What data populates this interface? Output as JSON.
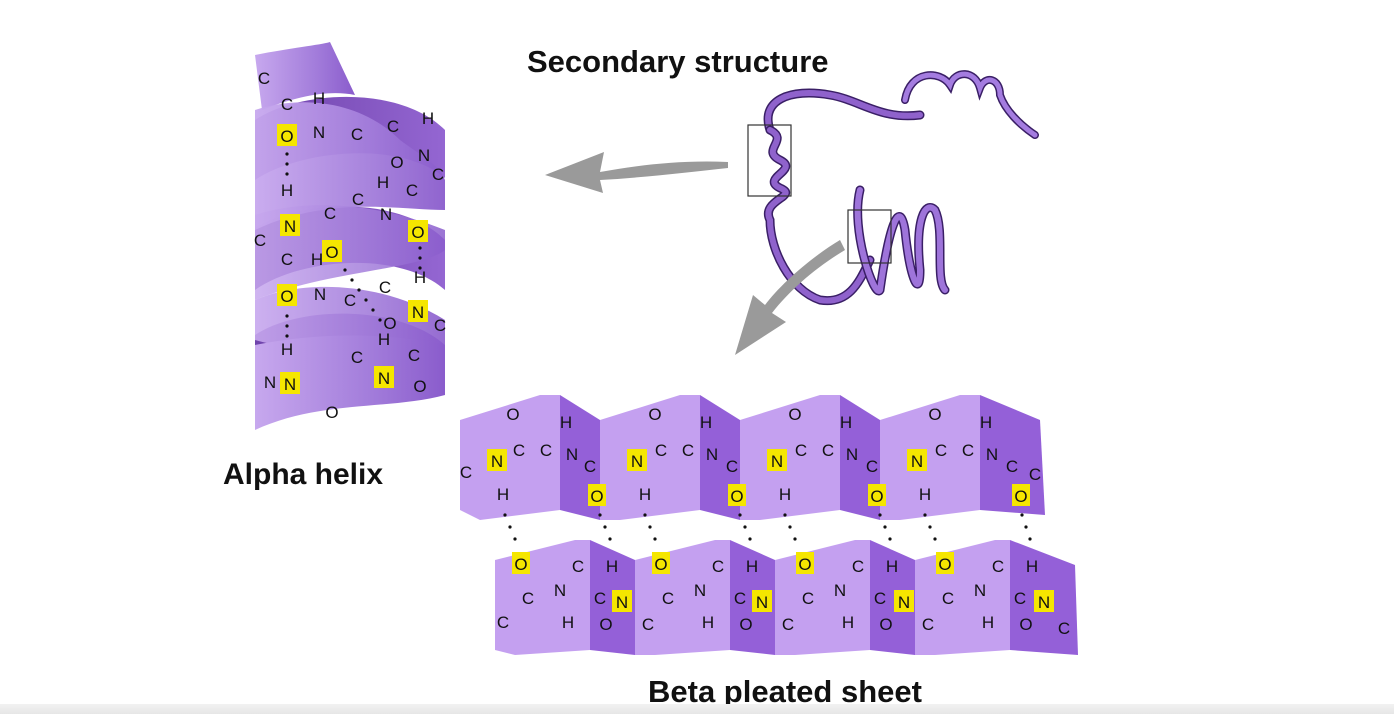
{
  "title": "Secondary structure",
  "alpha_helix": {
    "label": "Alpha helix"
  },
  "beta_sheet": {
    "label": "Beta pleated sheet"
  },
  "colors": {
    "ribbon_light": "#b896e6",
    "ribbon_dark": "#7a4fb8",
    "ribbon_outline": "#3a1f66",
    "sheet_light": "#c4a0f0",
    "sheet_dark": "#9460d8",
    "highlight": "#f5e600",
    "arrow": "#9a9a9a"
  },
  "atoms": {
    "carbon": "C",
    "nitrogen": "N",
    "oxygen": "O",
    "hydrogen": "H"
  }
}
